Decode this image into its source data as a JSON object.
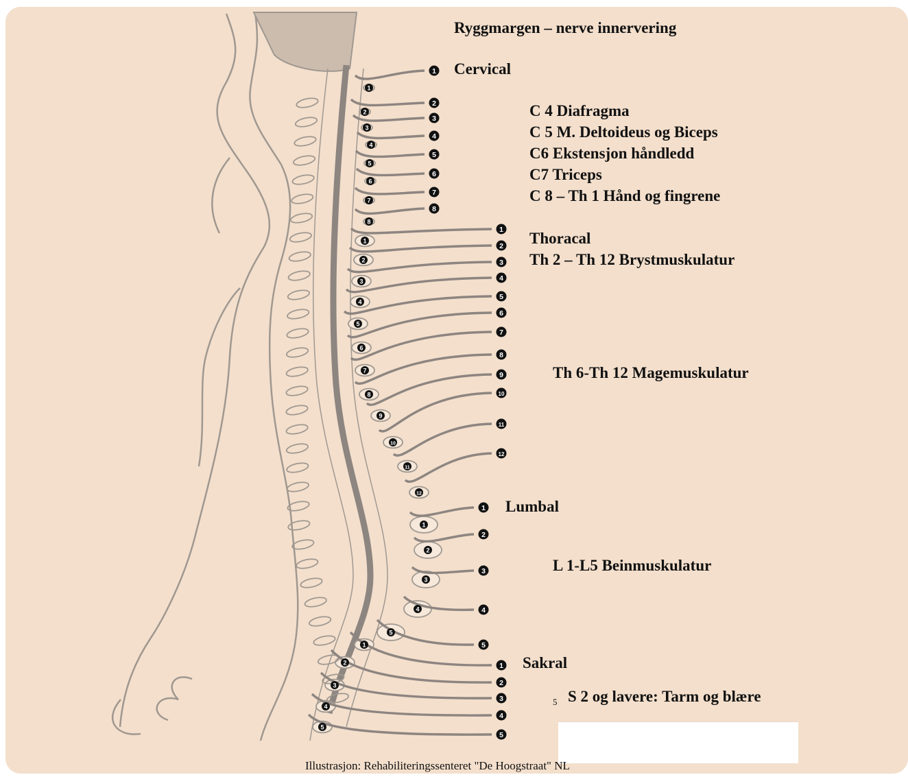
{
  "title": "Ryggmargen – nerve innervering",
  "credit": "Illustrasjon: Rehabiliteringssenteret \"De Hoogstraat\" NL",
  "stray_mark": "5",
  "regions": {
    "cervical": {
      "heading": "Cervical",
      "lines": [
        "C 4 Diafragma",
        "C 5 M. Deltoideus og Biceps",
        "C6 Ekstensjon håndledd",
        "C7 Triceps",
        "C 8 – Th 1 Hånd og fingrene"
      ],
      "nerve_numbers": [
        "1",
        "2",
        "3",
        "4",
        "5",
        "6",
        "7",
        "8"
      ]
    },
    "thoracal": {
      "heading": "Thoracal",
      "lines": [
        "Th 2 – Th 12 Brystmuskulatur"
      ],
      "extra": "Th 6-Th 12 Magemuskulatur",
      "nerve_numbers": [
        "1",
        "2",
        "3",
        "4",
        "5",
        "6",
        "7",
        "8",
        "9",
        "10",
        "11",
        "12"
      ]
    },
    "lumbal": {
      "heading": "Lumbal",
      "lines": [
        "L 1-L5 Beinmuskulatur"
      ],
      "nerve_numbers": [
        "1",
        "2",
        "3",
        "4",
        "5"
      ]
    },
    "sakral": {
      "heading": "Sakral",
      "lines": [
        "S 2 og lavere: Tarm og blære"
      ],
      "nerve_numbers": [
        "1",
        "2",
        "3",
        "4",
        "5"
      ]
    }
  },
  "colors": {
    "background": "#f3dfcc",
    "nerve": "#8d8580",
    "outline": "#a09890",
    "badge": "#111111"
  }
}
